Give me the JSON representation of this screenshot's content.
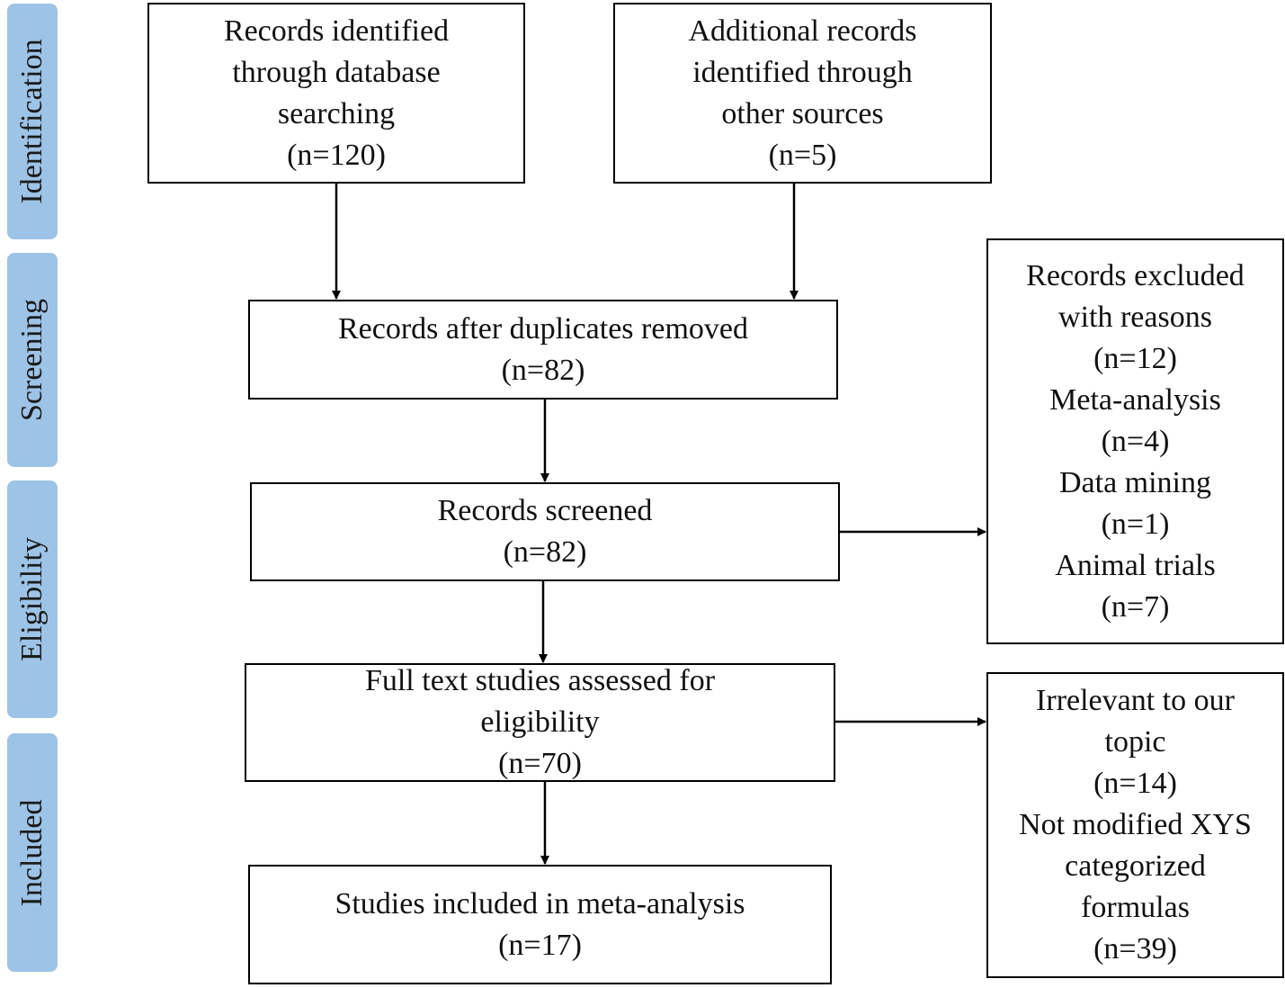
{
  "phases": {
    "identification": "Identification",
    "screening": "Screening",
    "eligibility": "Eligibility",
    "included": "Included"
  },
  "boxes": {
    "database": [
      "Records identified",
      "through database",
      "searching",
      "(n=120)"
    ],
    "other_sources": [
      "Additional records",
      "identified through",
      "other sources",
      "(n=5)"
    ],
    "duplicates_removed": [
      "Records after duplicates removed",
      "(n=82)"
    ],
    "screened": [
      "Records screened",
      "(n=82)"
    ],
    "excluded": [
      "Records excluded",
      "with reasons",
      "(n=12)",
      "Meta-analysis",
      "(n=4)",
      "Data mining",
      "(n=1)",
      "Animal trials",
      "(n=7)"
    ],
    "full_text": [
      "Full text studies assessed for",
      "eligibility",
      "(n=70)"
    ],
    "full_text_excluded": [
      "Irrelevant to our",
      "topic",
      "(n=14)",
      "Not modified XYS",
      "categorized",
      "formulas",
      "(n=39)"
    ],
    "included": [
      "Studies included in meta-analysis",
      "(n=17)"
    ]
  }
}
